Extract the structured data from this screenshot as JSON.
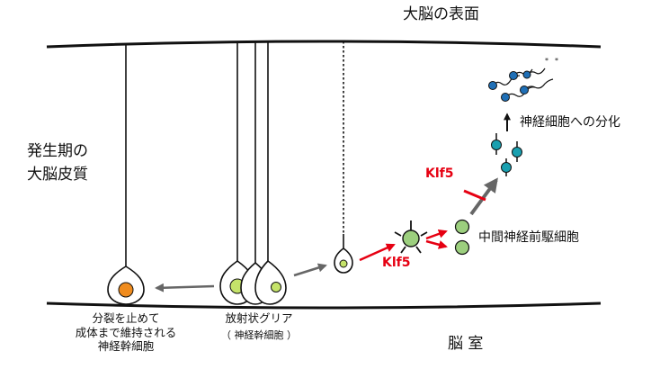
{
  "labels": {
    "brain_surface": "大脳の表面",
    "cortex_line1": "発生期の",
    "cortex_line2": "大脳皮質",
    "ventricle": "脳 室",
    "neuron_diff": "神経細胞への分化",
    "intermediate": "中間神経前駆細胞",
    "klf5_a": "Klf5",
    "klf5_b": "Klf5",
    "radial_glia_line1": "放射状グリア",
    "radial_glia_line2": "（ 神経幹細胞 ）",
    "quiescent_line1": "分裂を止めて",
    "quiescent_line2": "成体まで維持される",
    "quiescent_line3": "神経幹細胞"
  },
  "colors": {
    "klf5_red": "#e60012",
    "quiescent_orange": "#f08c1e",
    "radial_green": "#c5e36a",
    "intermediate_green": "#9ccf7e",
    "teal": "#1aa0b0",
    "neuron_blue": "#1f6fb6",
    "arrow_gray": "#666666"
  }
}
